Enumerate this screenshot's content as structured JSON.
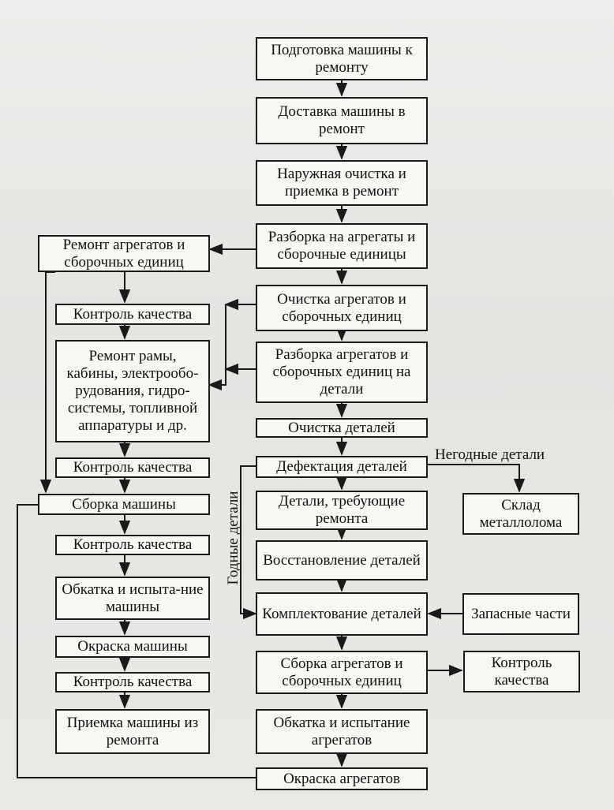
{
  "center": {
    "prep": "Подготовка машины к ремонту",
    "delivery": "Доставка машины в ремонт",
    "wash": "Наружная очистка и приемка в ремонт",
    "disassembly": "Разборка на агрегаты и сборочные единицы",
    "unit_clean": "Очистка агрегатов и сборочных единиц",
    "parts_disassembly": "Разборка агрегатов и сборочных единиц на детали",
    "parts_clean": "Очистка деталей",
    "defect": "Дефектация деталей",
    "need_repair": "Детали, требующие ремонта",
    "restore": "Восстановление деталей",
    "kitting": "Комплектование деталей",
    "unit_assembly": "Сборка агрегатов и сборочных единиц",
    "unit_runin": "Обкатка и испытание агрегатов",
    "unit_paint": "Окраска агрегатов"
  },
  "left": {
    "unit_repair": "Ремонт агрегатов и сборочных единиц",
    "qc1": "Контроль качества",
    "frame_repair": "Ремонт рамы, кабины, электрообо-рудования, гидро-системы, топливной аппаратуры и др.",
    "qc2": "Контроль качества",
    "machine_assembly": "Сборка машины",
    "qc3": "Контроль качества",
    "machine_runin": "Обкатка  и испыта-ние машины",
    "machine_paint": "Окраска машины",
    "qc4": "Контроль качества",
    "acceptance": "Приемка машины из ремонта"
  },
  "right": {
    "scrap": "Склад металлолома",
    "spares": "Запасные части",
    "qc": "Контроль качества"
  },
  "labels": {
    "bad_parts": "Негодные детали",
    "good_parts": "Годные детали"
  }
}
